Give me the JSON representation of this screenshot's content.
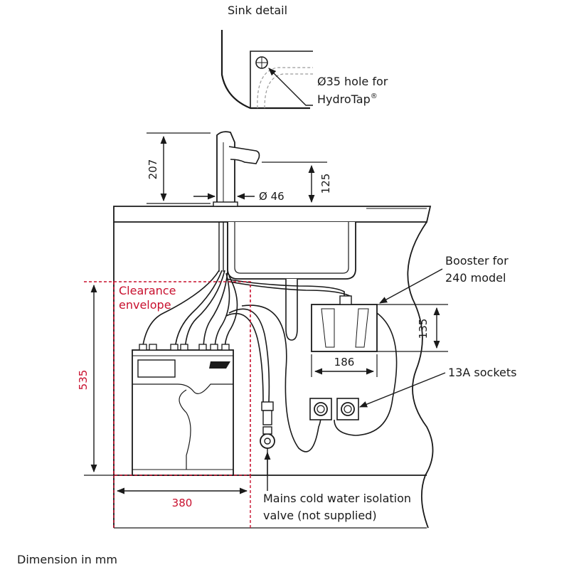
{
  "sink_detail": {
    "title": "Sink detail",
    "hole_label_line1": "Ø35 hole for",
    "hole_label_line2": "HydroTap",
    "hole_label_mark": "®"
  },
  "dimensions": {
    "tap_height": "207",
    "spout_height": "125",
    "tap_diameter": "Ø 46",
    "booster_height": "135",
    "booster_width": "186",
    "clearance_height": "535",
    "clearance_width": "380"
  },
  "labels": {
    "clearance_line1": "Clearance",
    "clearance_line2": "envelope",
    "booster_line1": "Booster for",
    "booster_line2": "240 model",
    "sockets": "13A sockets",
    "valve_line1": "Mains cold water isolation",
    "valve_line2": "valve (not supplied)"
  },
  "footer": {
    "units_note": "Dimension in mm"
  },
  "colors": {
    "line": "#1a1a1a",
    "clearance": "#c8102e",
    "wall_fill": "#ffffff",
    "panel_fill": "#f2f2f2"
  }
}
